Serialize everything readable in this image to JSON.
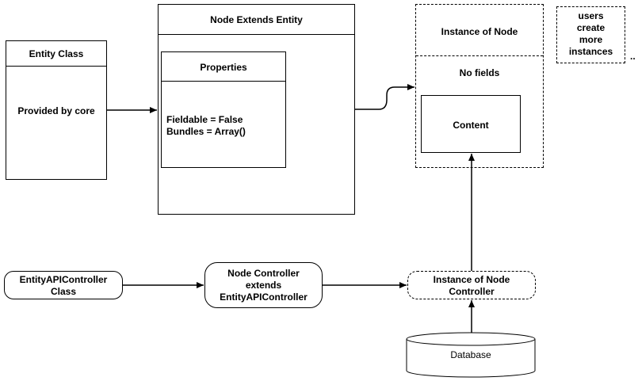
{
  "entity_class": {
    "title": "Entity Class",
    "body": "Provided by core"
  },
  "node_extends_entity": {
    "title": "Node Extends Entity"
  },
  "properties": {
    "title": "Properties",
    "body": "Fieldable = False\nBundles = Array()"
  },
  "instance_of_node": {
    "title": "Instance of Node",
    "subtitle": "No fields"
  },
  "content": {
    "label": "Content"
  },
  "users_note": {
    "label": "users\ncreate\nmore\ninstances",
    "ellipsis": ".."
  },
  "entity_api_controller": {
    "label": "EntityAPIController\nClass"
  },
  "node_controller": {
    "label": "Node Controller\nextends\nEntityAPIController"
  },
  "instance_of_node_controller": {
    "label": "Instance of Node\nController"
  },
  "database": {
    "label": "Database"
  }
}
